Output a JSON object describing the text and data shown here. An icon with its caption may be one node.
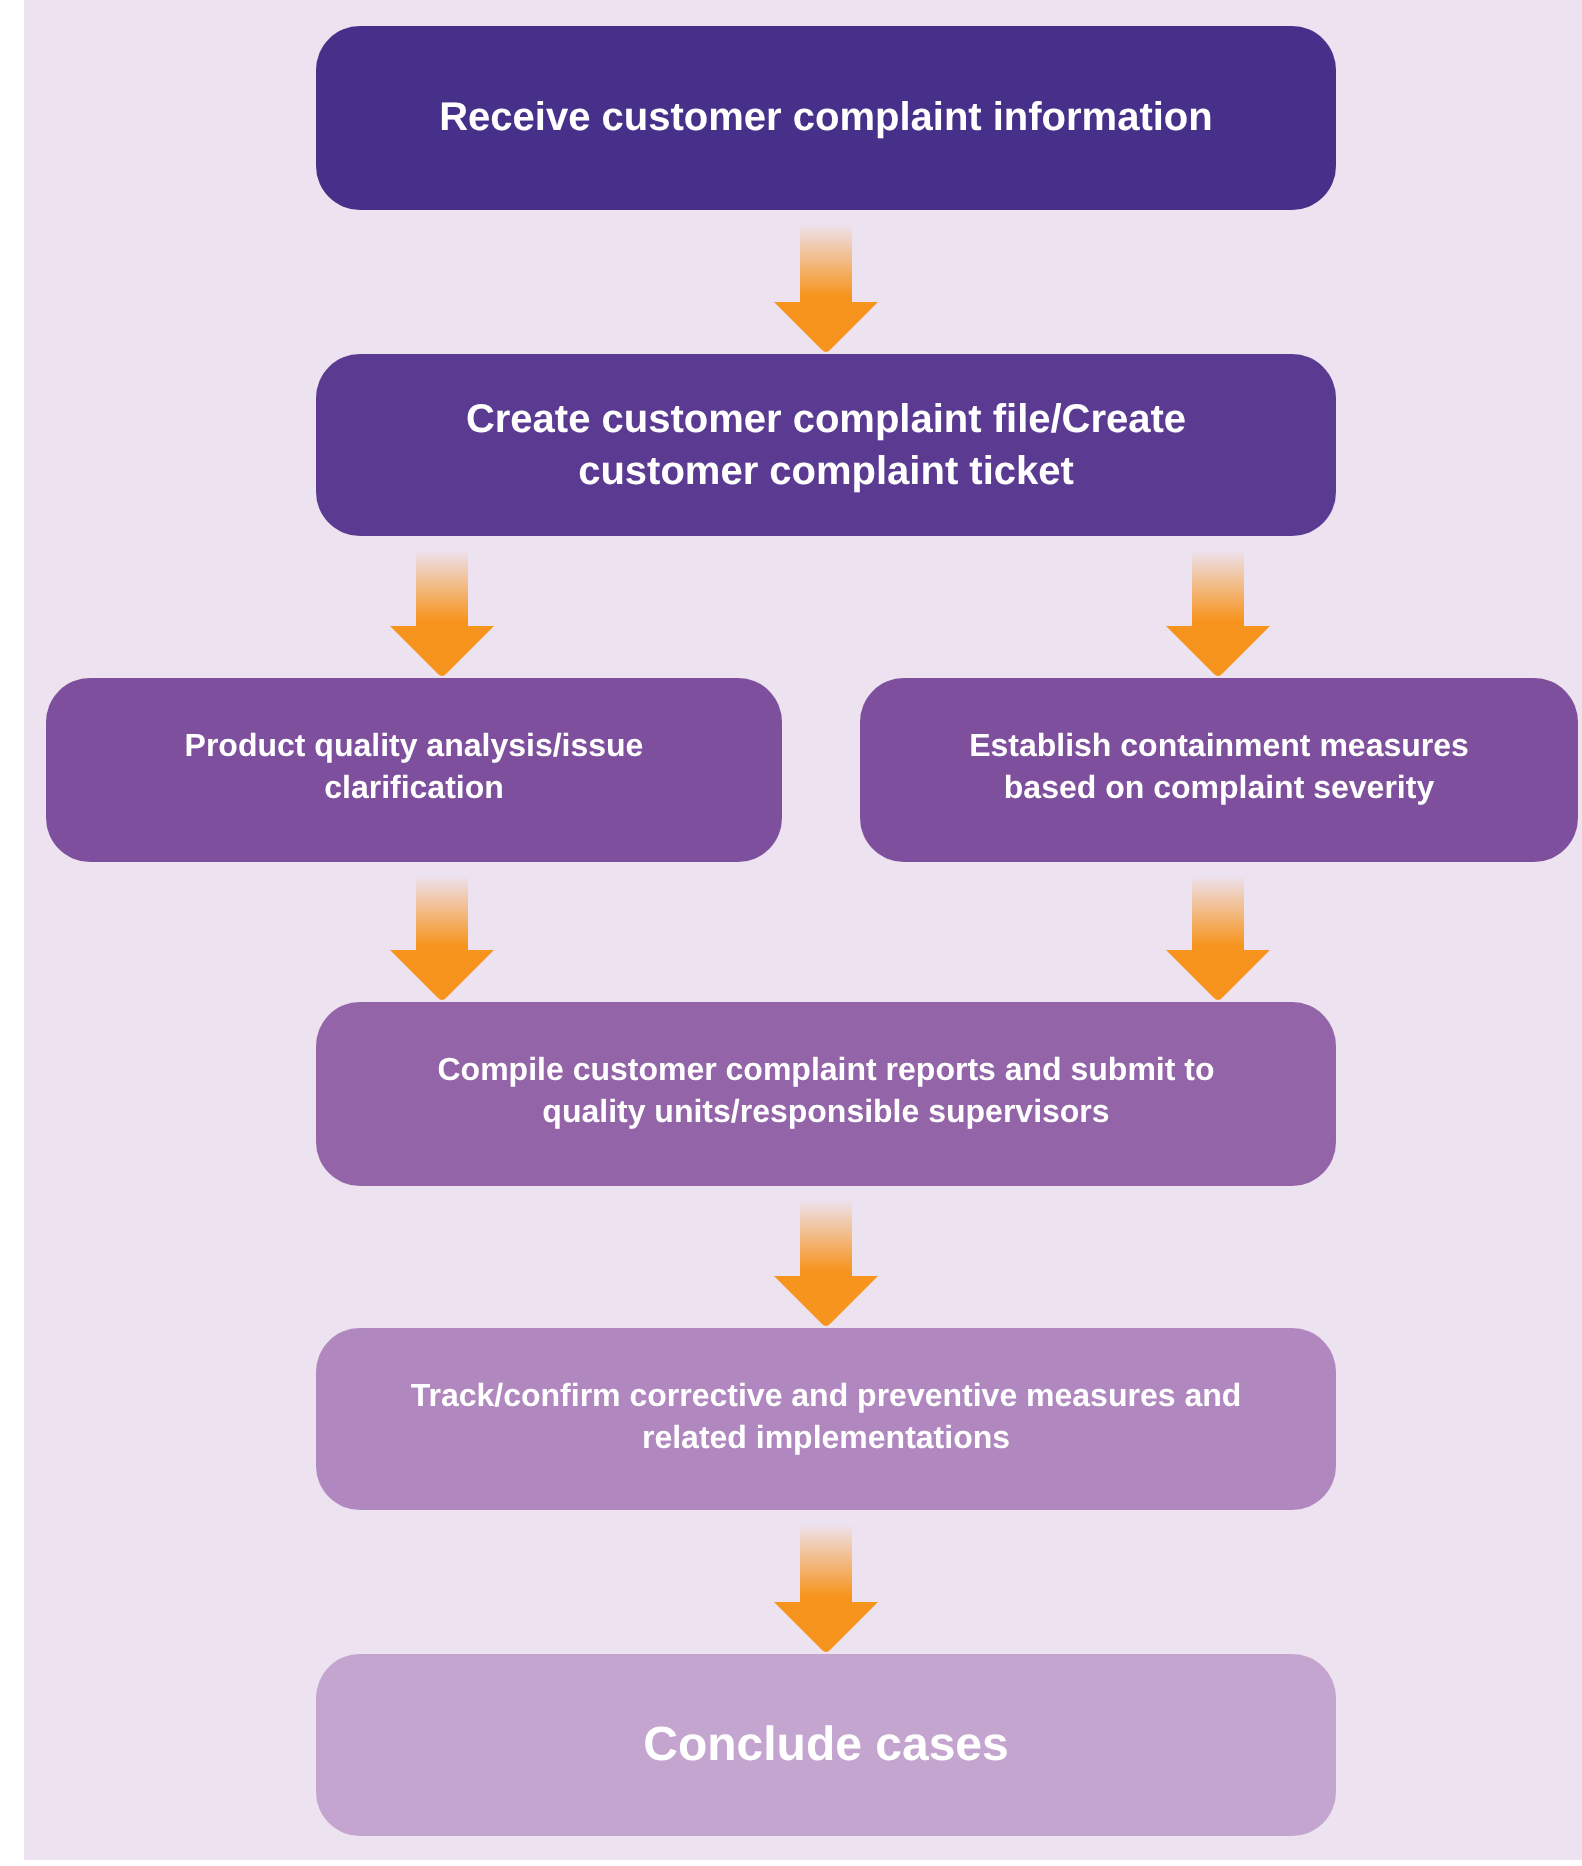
{
  "diagram": {
    "nodes": [
      {
        "text": [
          "Receive customer complaint information"
        ]
      },
      {
        "text": [
          "Create customer complaint file/Create customer complaint ticket"
        ]
      },
      {
        "text": [
          "Product quality analysis/issue clarification"
        ]
      },
      {
        "text": [
          "Establish containment measures based on complaint severity"
        ]
      },
      {
        "text": [
          "Compile customer complaint reports and submit to quality units/responsible supervisors"
        ]
      },
      {
        "text": [
          "Track/confirm corrective and preventive measures and related implementations"
        ]
      },
      {
        "text": [
          "Conclude cases"
        ]
      }
    ],
    "edges": [
      {
        "from": 0,
        "to": 1,
        "arrow": "to"
      },
      {
        "from": 1,
        "to": 2,
        "arrow": "to"
      },
      {
        "from": 1,
        "to": 3,
        "arrow": "to"
      },
      {
        "from": 2,
        "to": 4,
        "arrow": "to"
      },
      {
        "from": 3,
        "to": 4,
        "arrow": "to"
      },
      {
        "from": 4,
        "to": 5,
        "arrow": "to"
      },
      {
        "from": 5,
        "to": 6,
        "arrow": "to"
      }
    ]
  }
}
